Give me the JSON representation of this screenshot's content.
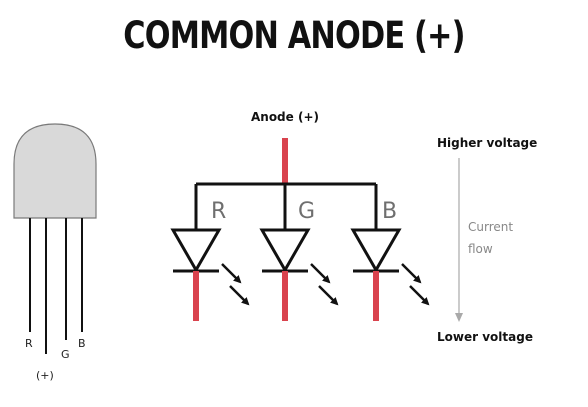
{
  "title": "COMMON ANODE (+)",
  "led_pins": {
    "r": "R",
    "plus": "(+)",
    "g": "G",
    "b": "B"
  },
  "schematic": {
    "anode_label": "Anode (+)",
    "diodes": [
      "R",
      "G",
      "B"
    ]
  },
  "flow": {
    "higher_label": "Higher voltage",
    "current_line1": "Current",
    "current_line2": "flow",
    "lower_label": "Lower voltage"
  },
  "colors": {
    "wire": "#111111",
    "highlight": "#d9434e",
    "led_body": "#d9d9d9",
    "arrow_gray": "#a9a9a9",
    "muted_text": "#888888"
  }
}
